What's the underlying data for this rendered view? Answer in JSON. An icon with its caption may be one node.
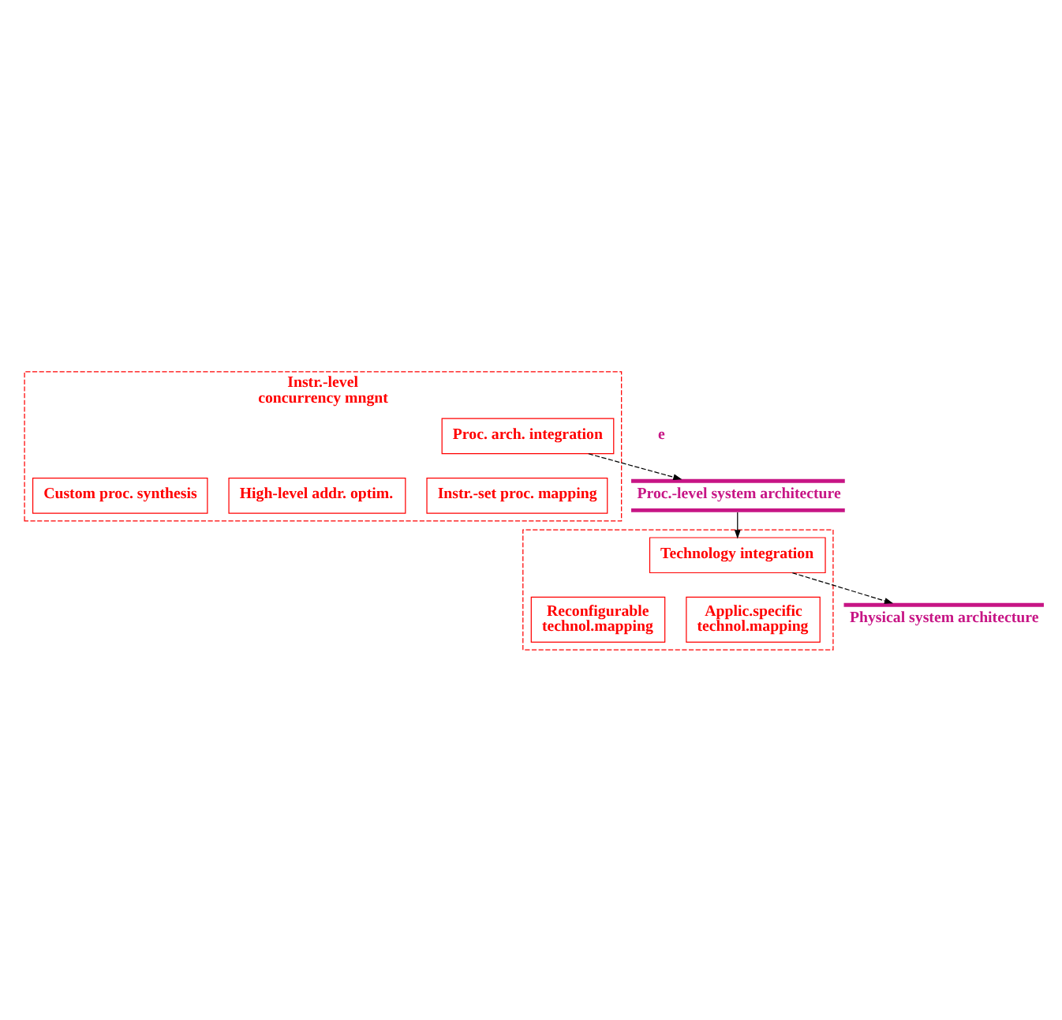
{
  "diagram": {
    "nodes": [
      {
        "text": [
          "Instr.-level concurrency mngnt"
        ]
      },
      {
        "text": [
          "Proc. arch. integration"
        ],
        "in": 0
      },
      {
        "text": [
          "Custom proc. synthesis"
        ],
        "in": 0
      },
      {
        "text": [
          "High-level addr. optim."
        ],
        "in": 0
      },
      {
        "text": [
          "Instr.-set proc. mapping"
        ],
        "in": 0
      },
      {
        "text": [
          "Proc.-level system architecture"
        ]
      },
      {
        "text": [],
        "shape": "box"
      },
      {
        "text": [
          "Technology integration"
        ],
        "in": 6
      },
      {
        "text": [
          "Reconfigurable technol.mapping"
        ],
        "in": 6
      },
      {
        "text": [
          "Applic.specific technol.mapping"
        ],
        "in": 6
      },
      {
        "text": [
          "Physical system architecture"
        ]
      }
    ],
    "edges": [
      {
        "from": 1,
        "to": 5,
        "arrow": "to",
        "style": "dashed"
      },
      {
        "from": 5,
        "to": 7,
        "arrow": "to"
      },
      {
        "from": 7,
        "to": 10,
        "arrow": "to",
        "style": "dashed"
      }
    ],
    "labels": [
      "e"
    ]
  }
}
